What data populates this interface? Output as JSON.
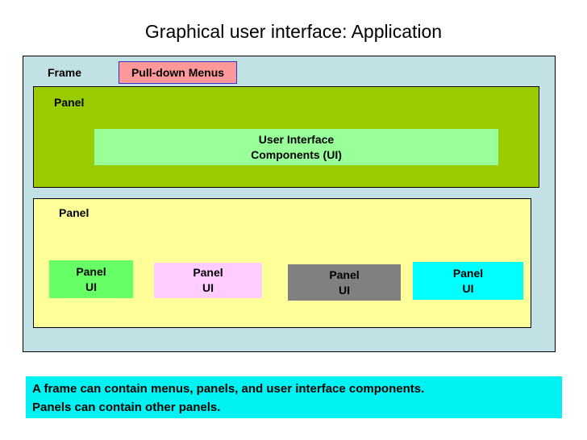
{
  "title": "Graphical user interface: Application",
  "frame": {
    "label": "Frame",
    "pulldown_label": "Pull-down Menus"
  },
  "top_panel": {
    "label": "Panel",
    "ui_box": {
      "line1": "User Interface",
      "line2": "Components (UI)"
    }
  },
  "bottom_panel": {
    "label": "Panel",
    "ui_boxes": [
      {
        "line1": "Panel",
        "line2": "UI",
        "bg": "#66FF66"
      },
      {
        "line1": "Panel",
        "line2": "UI",
        "bg": "#FFCCFF"
      },
      {
        "line1": "Panel",
        "line2": "UI",
        "bg": "#808080"
      },
      {
        "line1": "Panel",
        "line2": "UI",
        "bg": "#00FFFF"
      }
    ]
  },
  "caption": {
    "line1": "A frame can contain menus, panels, and user interface components.",
    "line2": "Panels can contain other panels."
  },
  "colors": {
    "frame_bg": "#C2E1E5",
    "pulldown_bg": "#FF9999",
    "pulldown_border": "#3333CC",
    "top_panel_bg": "#99CC00",
    "ui_components_bg": "#99FF99",
    "bottom_panel_bg": "#FFFF99",
    "caption_bg": "#00F2F2",
    "border": "#000000",
    "text": "#000000"
  }
}
